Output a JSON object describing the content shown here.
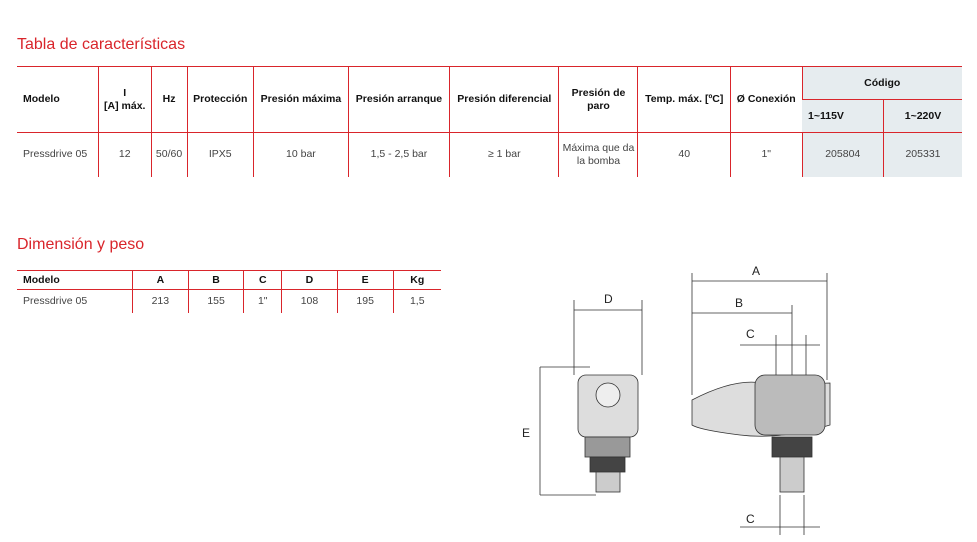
{
  "section1": {
    "title": "Tabla de características",
    "headers": [
      "Modelo",
      "I\n[A] máx.",
      "Hz",
      "Protección",
      "Presión máxima",
      "Presión arranque",
      "Presión diferencial",
      "Presión de paro",
      "Temp. máx. [ºC]",
      "Ø Conexión"
    ],
    "code_header": "Código",
    "code_sub": [
      "1~115V",
      "1~220V"
    ],
    "row": [
      "Pressdrive 05",
      "12",
      "50/60",
      "IPX5",
      "10 bar",
      "1,5 - 2,5 bar",
      "≥ 1 bar",
      "Máxima que da la bomba",
      "40",
      "1\"",
      "205804",
      "205331"
    ]
  },
  "section2": {
    "title": "Dimensión y peso",
    "headers": [
      "Modelo",
      "A",
      "B",
      "C",
      "D",
      "E",
      "Kg"
    ],
    "row": [
      "Pressdrive 05",
      "213",
      "155",
      "1\"",
      "108",
      "195",
      "1,5"
    ]
  },
  "drawing": {
    "labels": {
      "A": "A",
      "B": "B",
      "C": "C",
      "D": "D",
      "E": "E"
    }
  }
}
